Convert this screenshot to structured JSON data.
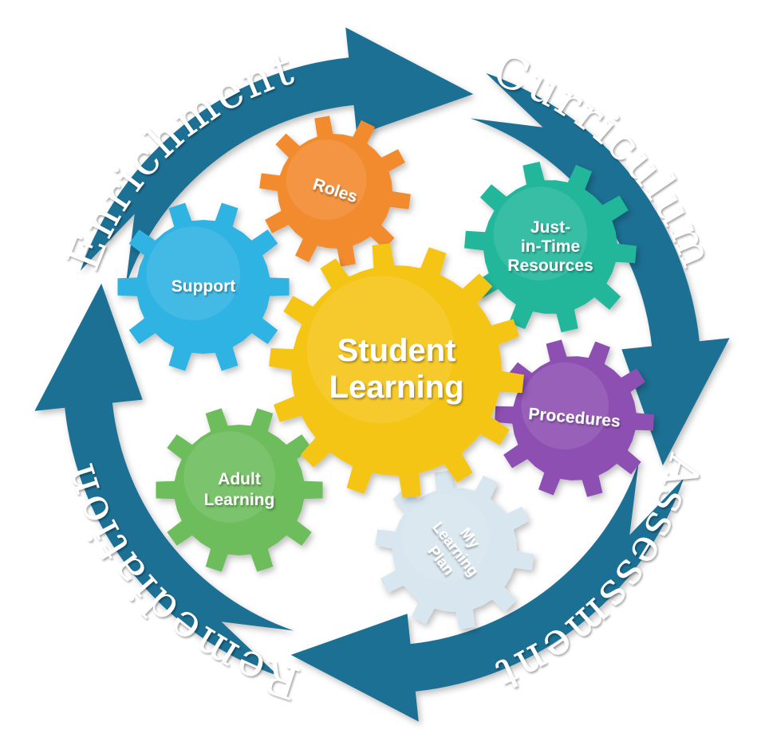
{
  "cycle": {
    "stages": [
      {
        "id": "curriculum",
        "label": "Curriculum"
      },
      {
        "id": "assessment",
        "label": "Assessment"
      },
      {
        "id": "remediation",
        "label": "Remediation"
      },
      {
        "id": "enrichment",
        "label": "Enrichment"
      }
    ],
    "ring_color": "#1b6f94",
    "text_color": "#ffffff"
  },
  "gears": {
    "center": {
      "lines": [
        "Student",
        "Learning"
      ],
      "color": "#f5c518"
    },
    "roles": {
      "lines": [
        "Roles"
      ],
      "color": "#f28a2e"
    },
    "support": {
      "lines": [
        "Support"
      ],
      "color": "#2fb3e3"
    },
    "just_in_time": {
      "lines": [
        "Just-",
        "in-Time",
        "Resources"
      ],
      "color": "#21b79b"
    },
    "procedures": {
      "lines": [
        "Procedures"
      ],
      "color": "#8e4fb3"
    },
    "my_learning_plan": {
      "lines": [
        "My",
        "Learning",
        "Plan"
      ],
      "color": "#d8e6ef"
    },
    "adult_learning": {
      "lines": [
        "Adult",
        "Learning"
      ],
      "color": "#6dbd5b"
    }
  }
}
